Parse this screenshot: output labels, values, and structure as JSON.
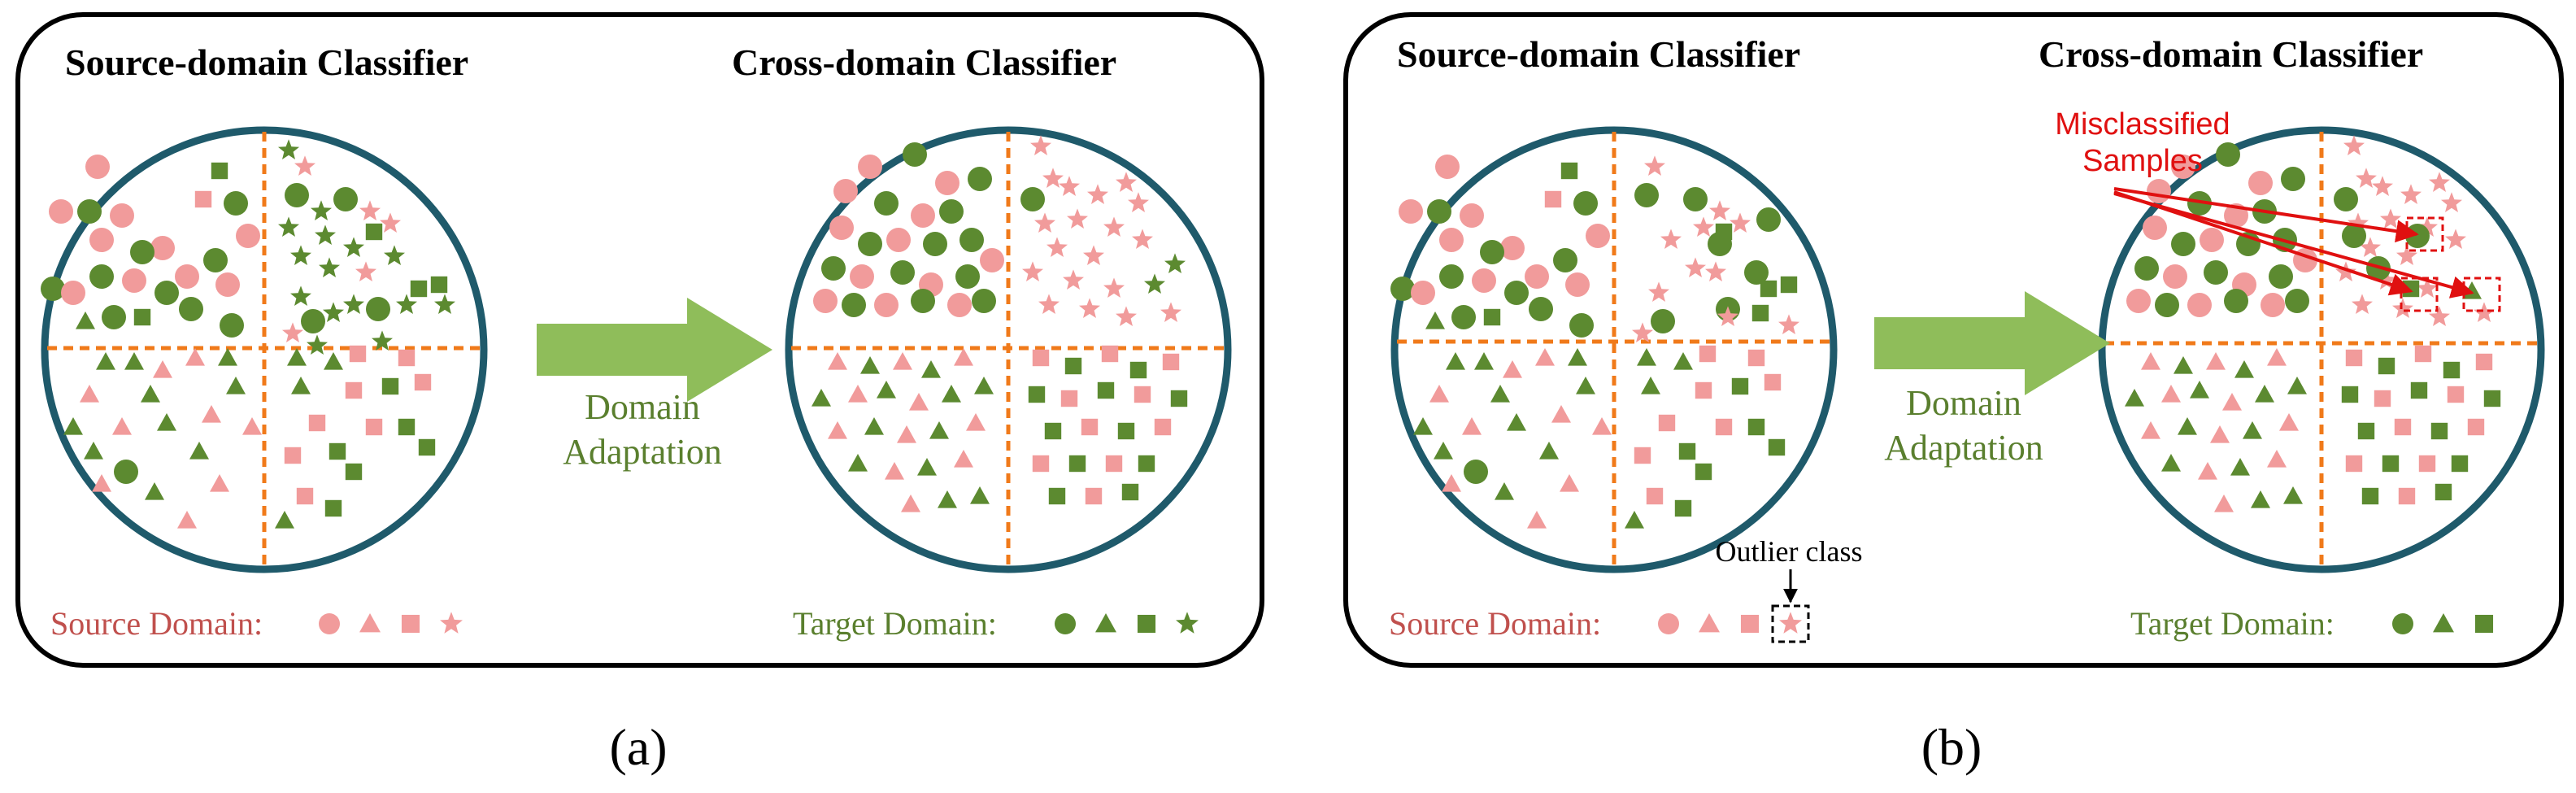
{
  "panels": [
    {
      "id": "a",
      "sublabel": "(a)",
      "left_title": "Source-domain Classifier",
      "right_title": "Cross-domain Classifier",
      "arrow_label_line1": "Domain",
      "arrow_label_line2": "Adaptation",
      "source_legend": "Source Domain:",
      "target_legend": "Target Domain:"
    },
    {
      "id": "b",
      "sublabel": "(b)",
      "left_title": "Source-domain Classifier",
      "right_title": "Cross-domain Classifier",
      "arrow_label_line1": "Domain",
      "arrow_label_line2": "Adaptation",
      "source_legend": "Source Domain:",
      "target_legend": "Target Domain:",
      "outlier_label": "Outlier class",
      "misclassified_line1": "Misclassified",
      "misclassified_line2": "Samples"
    }
  ],
  "colors": {
    "source": "#f19b9b",
    "target": "#5c8a30",
    "circle_border": "#1f5a6b",
    "divider": "#f07a1a",
    "arrow": "#8fbd5a",
    "annotation": "#e01010"
  }
}
